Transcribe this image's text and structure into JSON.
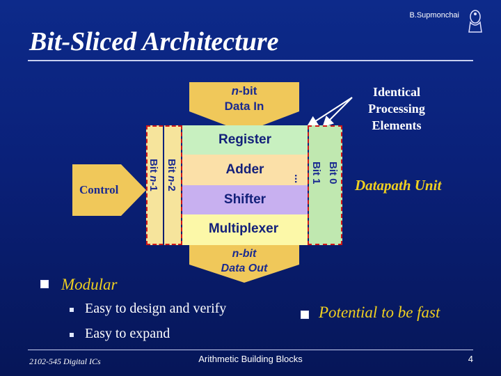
{
  "header": {
    "author": "B.Supmonchai",
    "title": "Bit-Sliced Architecture"
  },
  "diagram": {
    "data_in": {
      "italic": "n",
      "rest": "-bit",
      "line2": "Data In"
    },
    "identical": [
      "Identical",
      "Processing",
      "Elements"
    ],
    "stages": {
      "register": "Register",
      "adder": "Adder",
      "shifter": "Shifter",
      "multiplexer": "Multiplexer"
    },
    "slices": {
      "left_outer": {
        "prefix": "Bit ",
        "italic": "n",
        "suffix": "-1"
      },
      "left_inner": {
        "prefix": "Bit ",
        "italic": "n",
        "suffix": "-2"
      },
      "right_inner": "Bit 1",
      "right_outer": "Bit 0",
      "ellipsis": "..."
    },
    "control": "Control",
    "datapath_unit": "Datapath Unit",
    "data_out": {
      "italic": "n",
      "rest": "-bit",
      "line2": "Data Out"
    },
    "colors": {
      "arrow": "#f0c85a",
      "register": "#c8f0c0",
      "adder": "#fbe0a8",
      "shifter": "#c8b0f0",
      "multiplexer": "#fcf8a8",
      "slice_border": "#d01818",
      "highlight_text": "#f0d020"
    }
  },
  "bullets": {
    "modular": "Modular",
    "sub": [
      "Easy to design and verify",
      "Easy to expand"
    ],
    "potential": "Potential to be fast"
  },
  "footer": {
    "course": "2102-545 Digital ICs",
    "subject": "Arithmetic Building Blocks",
    "page": "4"
  }
}
